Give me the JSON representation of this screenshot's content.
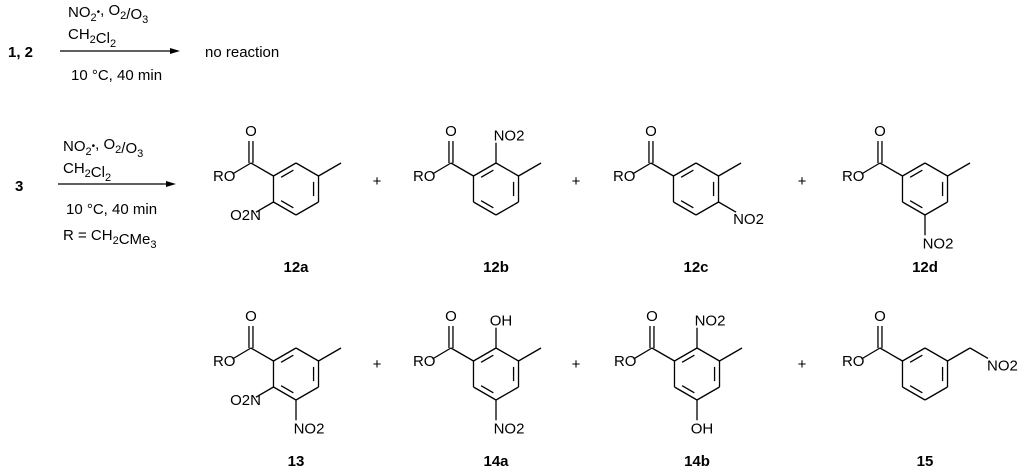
{
  "reaction1": {
    "reactants": "1, 2",
    "reagent_line1": "NO2•, O2/O3",
    "reagent_line2": "CH2Cl2",
    "conditions": "10 °C, 40 min",
    "product": "no reaction"
  },
  "reaction2": {
    "reactant": "3",
    "reagent_line1": "NO2•, O2/O3",
    "reagent_line2": "CH2Cl2",
    "conditions": "10 °C, 40 min",
    "r_definition": "R = CH2CMe3"
  },
  "atoms": {
    "carbonyl_O": "O",
    "ester_RO": "RO",
    "nitro": "NO2",
    "nitro_left": "O2N",
    "hydroxy": "OH"
  },
  "plus": "+",
  "compounds": [
    {
      "id": "12a",
      "substituents": [
        "methyl",
        "2-nitro"
      ]
    },
    {
      "id": "12b",
      "substituents": [
        "methyl",
        "nitro-ortho-between"
      ]
    },
    {
      "id": "12c",
      "substituents": [
        "methyl",
        "4-nitro"
      ]
    },
    {
      "id": "12d",
      "substituents": [
        "methyl",
        "5-nitro"
      ]
    },
    {
      "id": "13",
      "substituents": [
        "methyl",
        "2-nitro",
        "3-nitro"
      ]
    },
    {
      "id": "14a",
      "substituents": [
        "methyl",
        "2-hydroxy",
        "5-nitro"
      ]
    },
    {
      "id": "14b",
      "substituents": [
        "methyl",
        "2-nitro",
        "5-hydroxy"
      ]
    },
    {
      "id": "15",
      "substituents": [
        "nitromethyl"
      ]
    }
  ]
}
